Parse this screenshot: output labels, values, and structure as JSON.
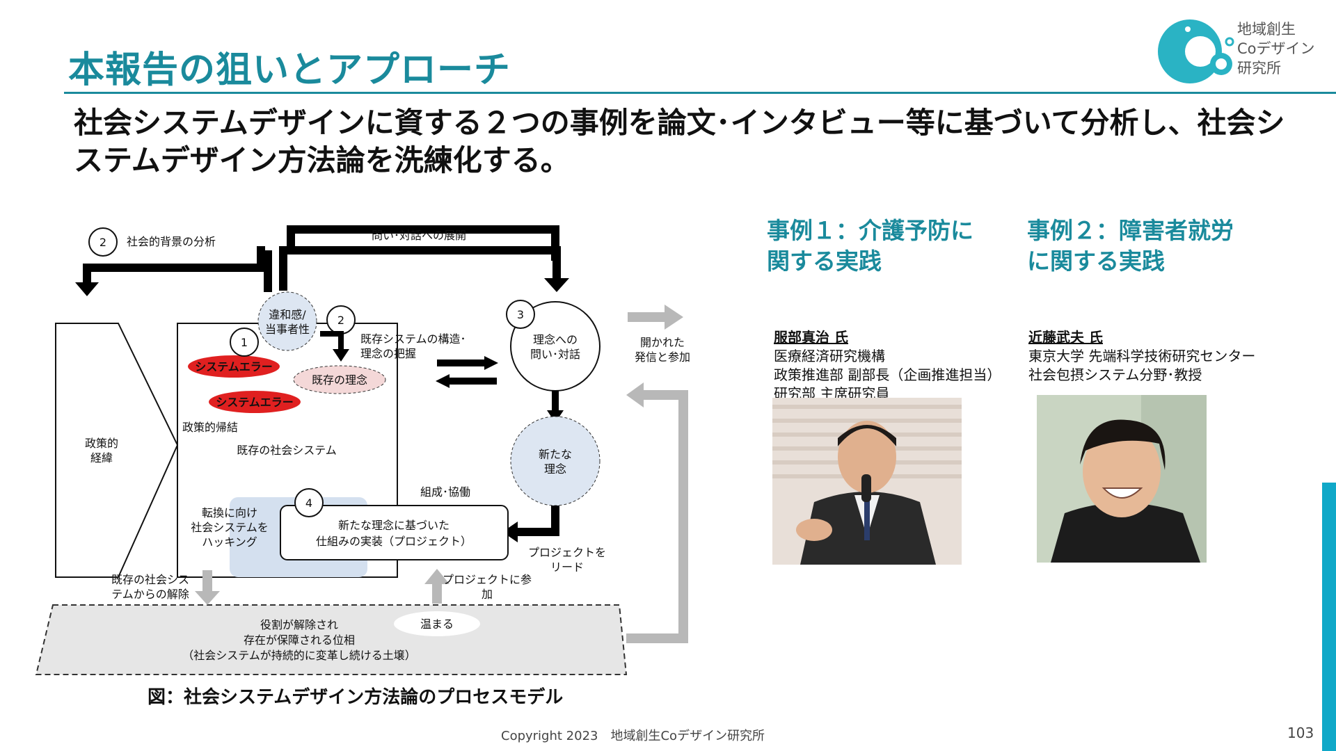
{
  "title": "本報告の狙いとアプローチ",
  "lead": "社会システムデザインに資する２つの事例を論文･インタビュー等に基づいて分析し、社会システムデザイン方法論を洗練化する。",
  "logo": {
    "text": "地域創生\nCoデザイン\n研究所",
    "color": "#2ab3c4"
  },
  "diagram": {
    "caption": "図：社会システムデザイン方法論のプロセスモデル",
    "labels": {
      "social_bg": "社会的背景の分析",
      "dialogue_expand": "問い･対話への展開",
      "discomfort_1": "違和感/",
      "discomfort_2": "当事者性",
      "structure_1": "既存システムの構造･",
      "structure_2": "理念の把握",
      "idea_dialogue_1": "理念への",
      "idea_dialogue_2": "問い･対話",
      "open_1": "開かれた",
      "open_2": "発信と参加",
      "system_error_1": "システムエラー",
      "system_error_2": "システムエラー",
      "existing_idea": "既存の理念",
      "policy_1": "政策的",
      "policy_2": "経緯",
      "policy_end": "政策的帰結",
      "existing_system": "既存の社会システム",
      "new_idea_1": "新たな",
      "new_idea_2": "理念",
      "organize": "組成･協働",
      "hacking_1": "転換に向け",
      "hacking_2": "社会システムを",
      "hacking_3": "ハッキング",
      "implement_1": "新たな理念に基づいた",
      "implement_2": "仕組みの実装（プロジェクト）",
      "lead_1": "プロジェクトを",
      "lead_2": "リード",
      "release_1": "既存の社会シス",
      "release_2": "テムからの解除",
      "join_1": "プロジェクトに参",
      "join_2": "加",
      "warm": "温まる",
      "phase_1": "役割が解除され",
      "phase_2": "存在が保障される位相",
      "phase_3": "（社会システムが持続的に変革し続ける土壌）",
      "n1": "1",
      "n2": "2",
      "n3": "3",
      "n4": "4"
    },
    "colors": {
      "error_red": "#e02020",
      "idea_pink": "#f4d8d8",
      "new_idea_blue": "#dde6f2",
      "hack_blue": "#d4e0ef",
      "gray_arrow": "#b8b8b8"
    }
  },
  "cases": [
    {
      "heading_1": "事例１：介護予防に",
      "heading_2": "関する実践",
      "name": "服部真治 氏",
      "lines": [
        "医療経済研究機構",
        "政策推進部 副部長（企画推進担当）",
        "研究部 主席研究員"
      ]
    },
    {
      "heading_1": "事例２：障害者就労",
      "heading_2": "に関する実践",
      "name": "近藤武夫 氏",
      "lines": [
        "東京大学 先端科学技術研究センター",
        "社会包摂システム分野･教授"
      ]
    }
  ],
  "footer": {
    "copyright": "Copyright 2023　地域創生Coデザイン研究所",
    "page": "103"
  },
  "accent_color": "#1a8a9c"
}
